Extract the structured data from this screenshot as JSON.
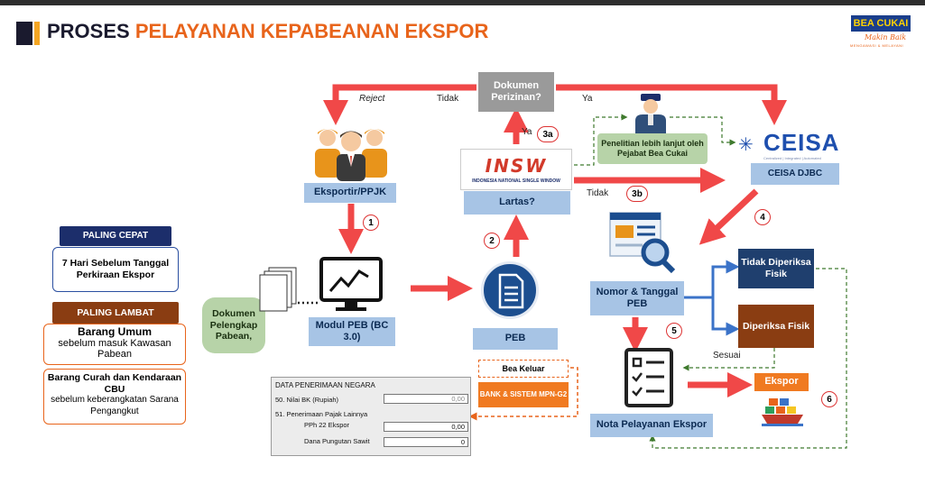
{
  "header": {
    "title_part1": "PROSES ",
    "title_part2": "PELAYANAN KEPABEANAN EKSPOR",
    "logo_text": "BEA CUKAI",
    "logo_tagline": "Makin Baik",
    "logo_subtagline": "MENGAWASI & MELAYANI"
  },
  "left_panel": {
    "fast_title": "PALING CEPAT",
    "fast_text": "7 Hari Sebelum Tanggal Perkiraan Ekspor",
    "slow_title": "PALING LAMBAT",
    "slow_box1_bold": "Barang Umum",
    "slow_box1_rest": "sebelum masuk Kawasan Pabean",
    "slow_box2_bold": "Barang Curah dan Kendaraan CBU",
    "slow_box2_rest": "sebelum keberangkatan Sarana Pengangkut"
  },
  "nodes": {
    "eksportir": "Eksportir/PPJK",
    "dokumen_pelengkap": "Dokumen Pelengkap Pabean,",
    "modul_peb": "Modul PEB (BC 3.0)",
    "peb": "PEB",
    "lartas": "Lartas?",
    "dokumen_perizinan": "Dokumen Perizinan?",
    "penelitian": "Penelitian lebih lanjut oleh Pejabat Bea Cukai",
    "ceisa_logo": "CEISA",
    "ceisa_tagline": "Centralized | Integrated | Automated",
    "ceisa_djbc": "CEISA DJBC",
    "nomor_tanggal": "Nomor & Tanggal PEB",
    "tidak_diperiksa": "Tidak Diperiksa Fisik",
    "diperiksa": "Diperiksa Fisik",
    "nota": "Nota Pelayanan Ekspor",
    "ekspor": "Ekspor",
    "bea_keluar": "Bea Keluar",
    "bank_sistem": "BANK & SISTEM MPN-G2",
    "insw_logo": "INSW",
    "insw_sub": "INDONESIA NATIONAL SINGLE WINDOW"
  },
  "edge_labels": {
    "reject": "Reject",
    "tidak_top": "Tidak",
    "ya_top": "Ya",
    "ya_3a": "Ya",
    "tidak_3b": "Tidak",
    "sesuai": "Sesuai"
  },
  "steps": [
    "1",
    "2",
    "3a",
    "3b",
    "4",
    "5",
    "6"
  ],
  "form": {
    "heading": "DATA PENERIMAAN NEGARA",
    "row1_label": "50. Nilai BK (Rupiah)",
    "row1_value": "0,00",
    "row2_label": "51. Penerimaan Pajak Lainnya",
    "row3_label": "PPh 22 Ekspor",
    "row3_value": "0,00",
    "row4_label": "Dana Pungutan Sawit",
    "row4_value": "0"
  },
  "colors": {
    "arrow_red": "#f04848",
    "arrow_blue": "#3b73c8",
    "navy": "#1c2e6b",
    "brown": "#8a3d12",
    "orange": "#f07a21",
    "accent_title": "#e8641b"
  }
}
